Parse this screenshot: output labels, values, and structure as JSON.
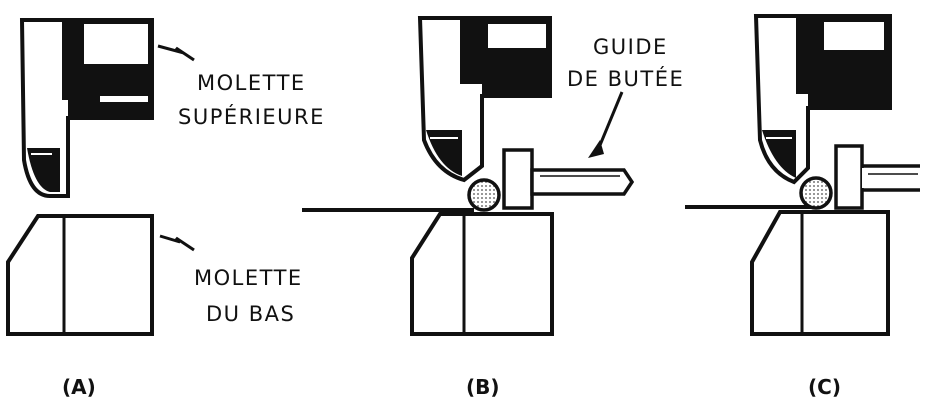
{
  "labels": {
    "upper_roller_line1": "MOLETTE",
    "upper_roller_line2": "SUPÉRIEURE",
    "lower_roller_line1": "MOLETTE",
    "lower_roller_line2": "DU BAS",
    "stop_guide_line1": "GUIDE",
    "stop_guide_line2": "DE BUTÉE"
  },
  "captions": {
    "a": "(A)",
    "b": "(B)",
    "c": "(C)"
  },
  "colors": {
    "ink": "#111111",
    "paper": "#ffffff",
    "stipple": "#9a9a9a"
  }
}
